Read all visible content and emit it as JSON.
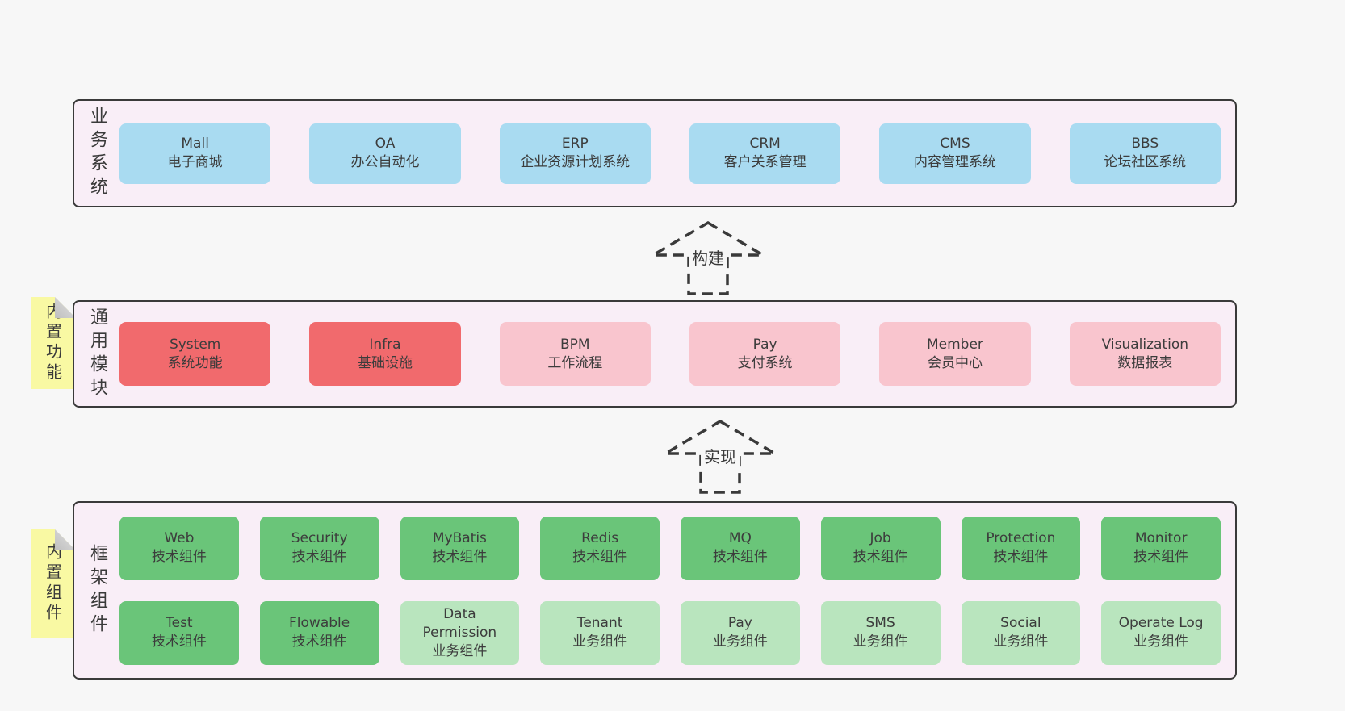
{
  "colors": {
    "blue": "#a9dbf1",
    "red": "#f16a6d",
    "pink": "#f9c5ce",
    "green_dark": "#6ac579",
    "green_light": "#b9e5be",
    "layer_bg": "#f9eef7",
    "layer_border": "#3a3a3a",
    "note_bg": "#f9f9a3",
    "page_bg": "#f7f7f7",
    "text": "#3c3c3c"
  },
  "layers": [
    {
      "label": "业务系统",
      "note": "",
      "rows": [
        [
          {
            "title": "Mall",
            "subtitle": "电子商城",
            "color": "blue"
          },
          {
            "title": "OA",
            "subtitle": "办公自动化",
            "color": "blue"
          },
          {
            "title": "ERP",
            "subtitle": "企业资源计划系统",
            "color": "blue"
          },
          {
            "title": "CRM",
            "subtitle": "客户关系管理",
            "color": "blue"
          },
          {
            "title": "CMS",
            "subtitle": "内容管理系统",
            "color": "blue"
          },
          {
            "title": "BBS",
            "subtitle": "论坛社区系统",
            "color": "blue"
          }
        ]
      ]
    },
    {
      "label": "通用模块",
      "note": "内置功能",
      "rows": [
        [
          {
            "title": "System",
            "subtitle": "系统功能",
            "color": "red"
          },
          {
            "title": "Infra",
            "subtitle": "基础设施",
            "color": "red"
          },
          {
            "title": "BPM",
            "subtitle": "工作流程",
            "color": "pink"
          },
          {
            "title": "Pay",
            "subtitle": "支付系统",
            "color": "pink"
          },
          {
            "title": "Member",
            "subtitle": "会员中心",
            "color": "pink"
          },
          {
            "title": "Visualization",
            "subtitle": "数据报表",
            "color": "pink"
          }
        ]
      ]
    },
    {
      "label": "框架组件",
      "note": "内置组件",
      "rows": [
        [
          {
            "title": "Web",
            "subtitle": "技术组件",
            "color": "green_dark"
          },
          {
            "title": "Security",
            "subtitle": "技术组件",
            "color": "green_dark"
          },
          {
            "title": "MyBatis",
            "subtitle": "技术组件",
            "color": "green_dark"
          },
          {
            "title": "Redis",
            "subtitle": "技术组件",
            "color": "green_dark"
          },
          {
            "title": "MQ",
            "subtitle": "技术组件",
            "color": "green_dark"
          },
          {
            "title": "Job",
            "subtitle": "技术组件",
            "color": "green_dark"
          },
          {
            "title": "Protection",
            "subtitle": "技术组件",
            "color": "green_dark"
          },
          {
            "title": "Monitor",
            "subtitle": "技术组件",
            "color": "green_dark"
          }
        ],
        [
          {
            "title": "Test",
            "subtitle": "技术组件",
            "color": "green_dark"
          },
          {
            "title": "Flowable",
            "subtitle": "技术组件",
            "color": "green_dark"
          },
          {
            "title": "Data Permission",
            "subtitle": "业务组件",
            "color": "green_light"
          },
          {
            "title": "Tenant",
            "subtitle": "业务组件",
            "color": "green_light"
          },
          {
            "title": "Pay",
            "subtitle": "业务组件",
            "color": "green_light"
          },
          {
            "title": "SMS",
            "subtitle": "业务组件",
            "color": "green_light"
          },
          {
            "title": "Social",
            "subtitle": "业务组件",
            "color": "green_light"
          },
          {
            "title": "Operate Log",
            "subtitle": "业务组件",
            "color": "green_light"
          }
        ]
      ]
    }
  ],
  "arrows": [
    {
      "label": "构建"
    },
    {
      "label": "实现"
    }
  ]
}
